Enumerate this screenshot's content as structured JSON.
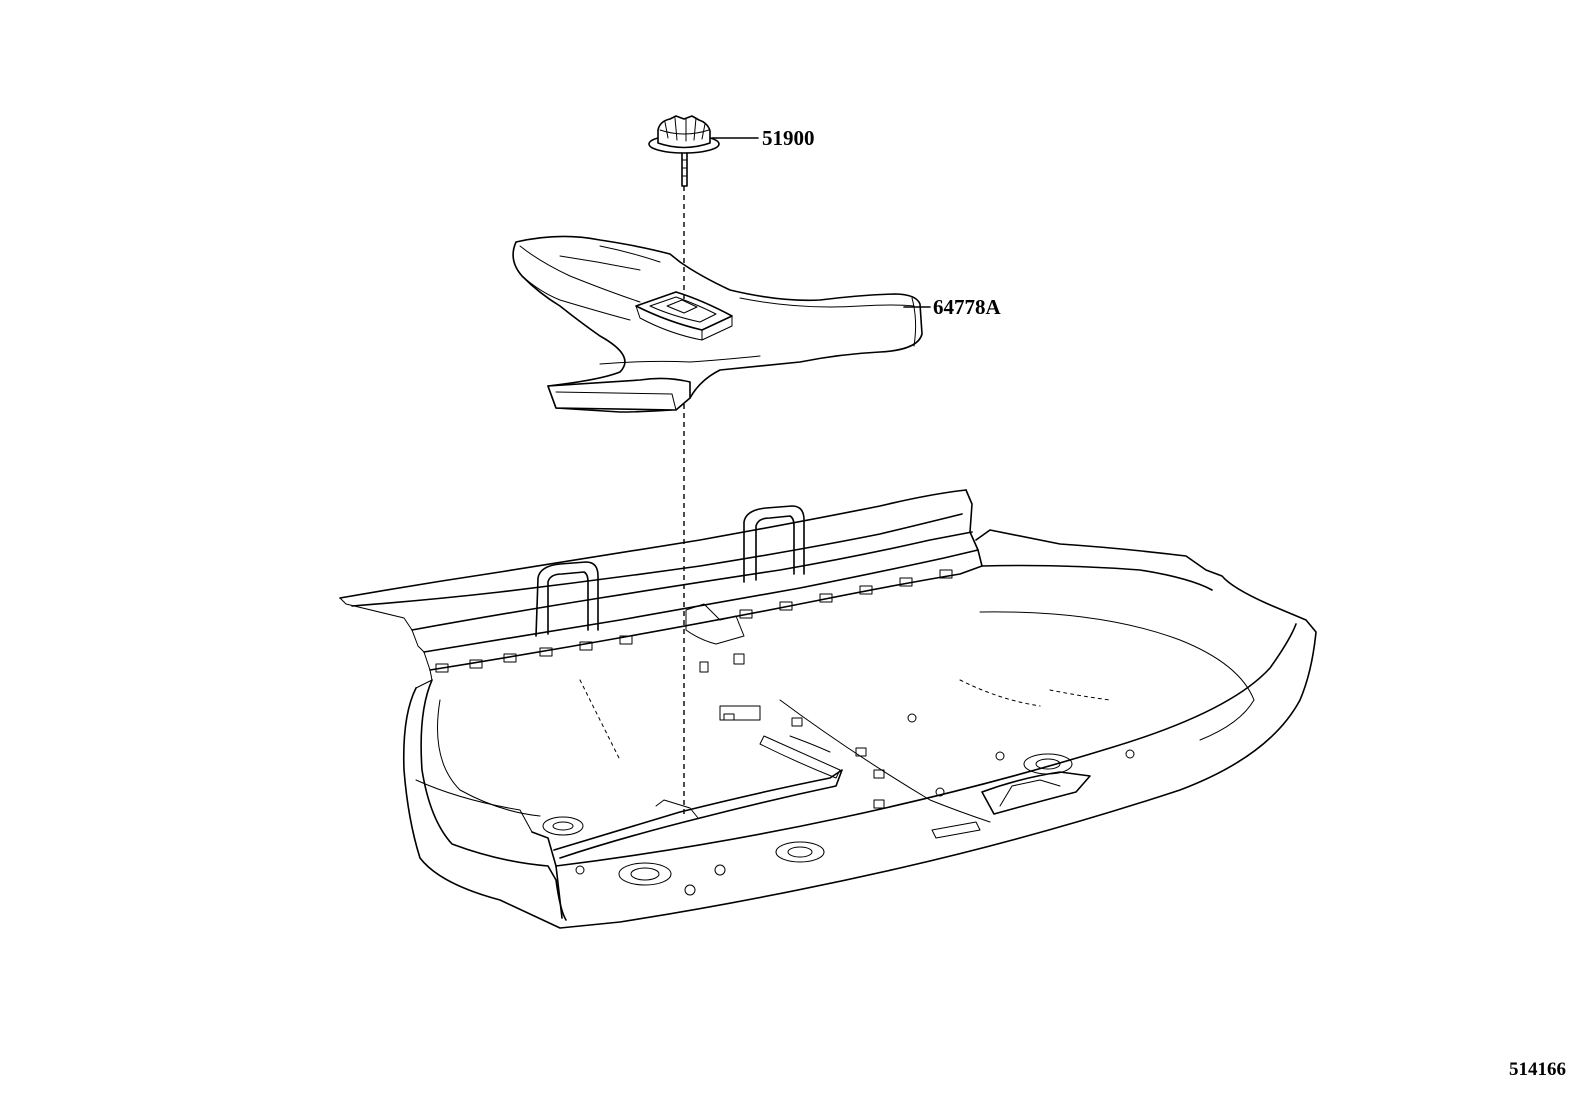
{
  "parts": [
    {
      "number": "51900",
      "part": "cap-nut"
    },
    {
      "number": "64778A",
      "part": "spare-tire-support-pad"
    }
  ],
  "figure_number": "514166"
}
